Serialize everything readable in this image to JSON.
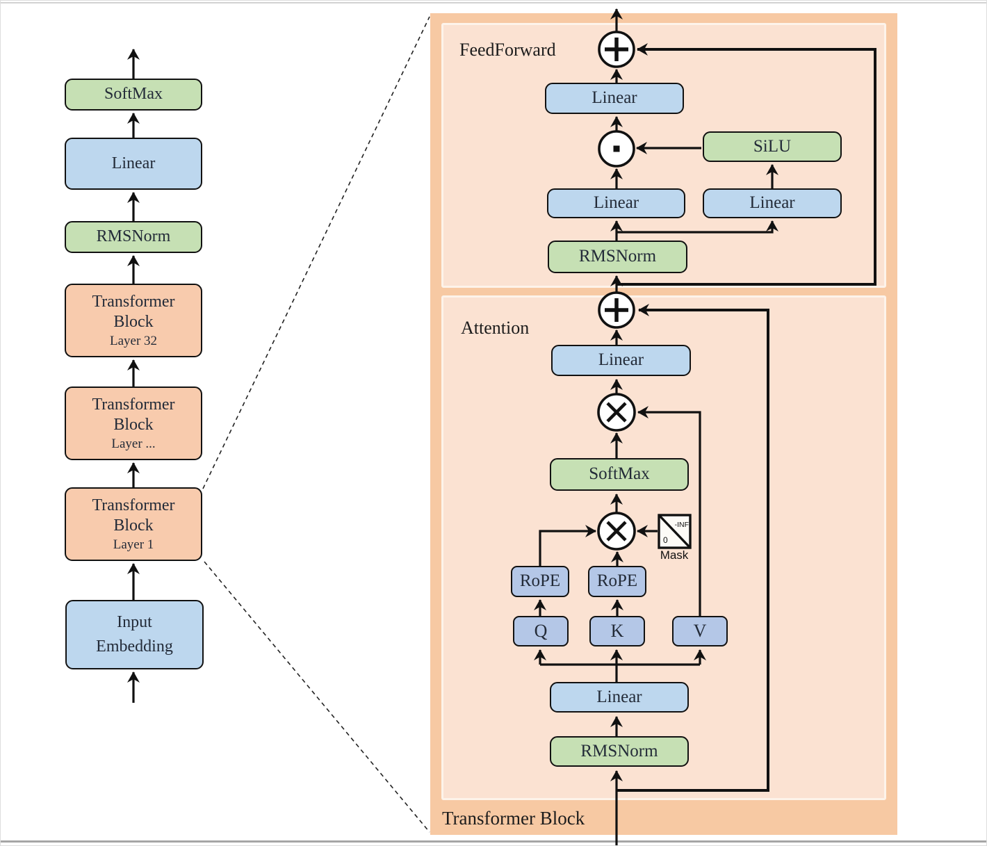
{
  "colors": {
    "green": "#c6e0b4",
    "blue": "#bdd7ee",
    "blue-dark": "#b4c7e7",
    "orange": "#f8cbad",
    "panel-outer": "#f7c9a3",
    "panel-inner": "#fbe2d2"
  },
  "left_column": {
    "softmax_label": "SoftMax",
    "linear_label": "Linear",
    "rmsnorm_label": "RMSNorm",
    "transformer_blocks": [
      {
        "line1": "Transformer",
        "line2": "Block",
        "layer": "Layer 32"
      },
      {
        "line1": "Transformer",
        "line2": "Block",
        "layer": "Layer ..."
      },
      {
        "line1": "Transformer",
        "line2": "Block",
        "layer": "Layer 1"
      }
    ],
    "input_embedding": {
      "line1": "Input",
      "line2": "Embedding"
    }
  },
  "transformer_block_panel": {
    "title": "Transformer Block",
    "feedforward": {
      "label": "FeedForward",
      "output_linear": "Linear",
      "gate_linear": "Linear",
      "up_linear": "Linear",
      "silu": "SiLU",
      "rmsnorm": "RMSNorm"
    },
    "attention": {
      "label": "Attention",
      "output_linear": "Linear",
      "softmax": "SoftMax",
      "rope_q": "RoPE",
      "rope_k": "RoPE",
      "q": "Q",
      "k": "K",
      "v": "V",
      "mask": {
        "label": "Mask",
        "upper": "-INF",
        "lower": "0"
      },
      "qkv_linear": "Linear",
      "rmsnorm": "RMSNorm"
    }
  }
}
